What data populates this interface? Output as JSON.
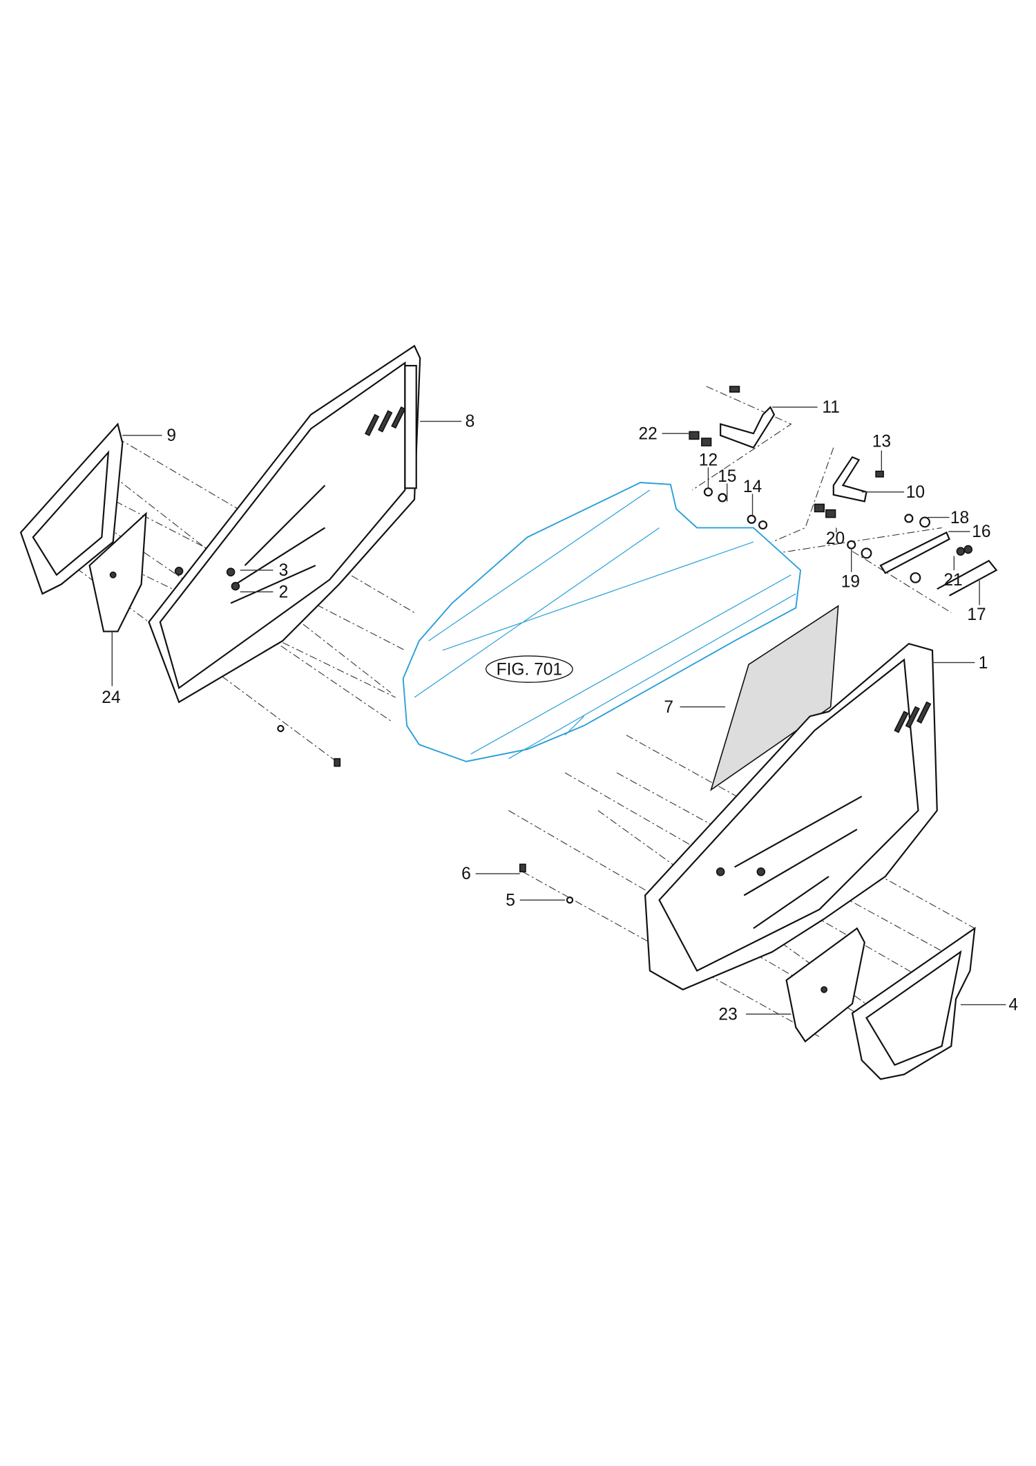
{
  "figure_ref": "FIG. 701",
  "colors": {
    "hood_outline": "#2a9fd8",
    "line": "#111111",
    "plate_fill": "#dddddd"
  },
  "parts": {
    "p1": "1",
    "p2": "2",
    "p3": "3",
    "p4": "4",
    "p5": "5",
    "p6": "6",
    "p7": "7",
    "p8": "8",
    "p9": "9",
    "p10": "10",
    "p11": "11",
    "p12": "12",
    "p13": "13",
    "p14": "14",
    "p15": "15",
    "p16": "16",
    "p17": "17",
    "p18": "18",
    "p19": "19",
    "p20": "20",
    "p21": "21",
    "p22": "22",
    "p23": "23",
    "p24": "24"
  }
}
